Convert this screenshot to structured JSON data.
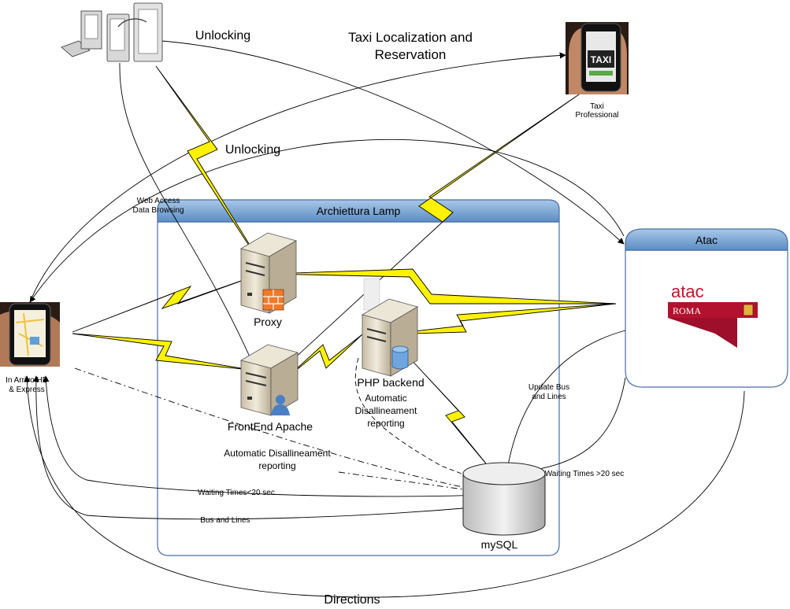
{
  "containers": {
    "lamp_title": "Archiettura Lamp",
    "atac_title": "Atac"
  },
  "atac_logo": {
    "word": "atac",
    "city": "ROMA",
    "brand_color": "#b3122e",
    "word_color": "#c4122f"
  },
  "servers": {
    "proxy": "Proxy",
    "frontend": "FrontEnd Apache",
    "php": "PHP backend",
    "db": "mySQL"
  },
  "devices": {
    "taxi_screen": "TAXI",
    "taxi_caption_1": "Taxi",
    "taxi_caption_2": "Professional",
    "phone_caption_1": "In Arrivo HD",
    "phone_caption_2": "& Express"
  },
  "labels": {
    "unlocking_top": "Unlocking",
    "unlocking_mid": "Unlocking",
    "taxi_loc_1": "Taxi Localization and",
    "taxi_loc_2": "Reservation",
    "web_access_1": "Web Access",
    "web_access_2": "Data Browsing",
    "auto_php_1": "Automatic",
    "auto_php_2": "Disallineament",
    "auto_php_3": "reporting",
    "auto_main_1": "Automatic Disallineament",
    "auto_main_2": "reporting",
    "update_bus_1": "Update Bus",
    "update_bus_2": "and Lines",
    "waiting_gt": "Waiting Times >20 sec",
    "waiting_lt": "Waiting Times<20 sec",
    "bus_lines": "Bus and Lines",
    "directions": "Directions"
  },
  "colors": {
    "container_header": "#6f9fd0",
    "container_border": "#4a6fa5",
    "bolt": "#fff200",
    "server_body": "#d9d0bc"
  }
}
